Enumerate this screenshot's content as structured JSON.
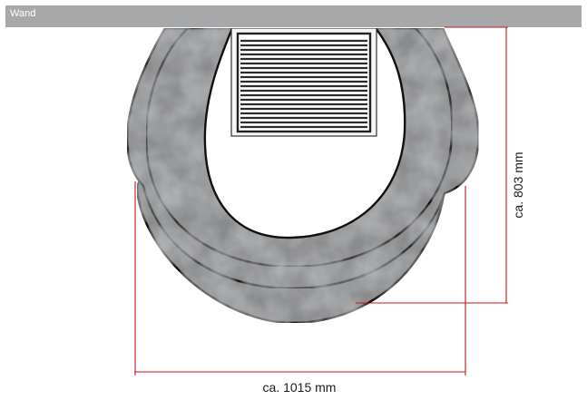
{
  "wall": {
    "label": "Wand"
  },
  "dimensions": {
    "width": "ca. 1015 mm",
    "depth": "ca. 803 mm"
  },
  "colors": {
    "wall_bar": "#a7a8aa",
    "rug": "#8a8b8d",
    "dimension_line": "#c4161c",
    "grille": "#2b2b2b"
  }
}
